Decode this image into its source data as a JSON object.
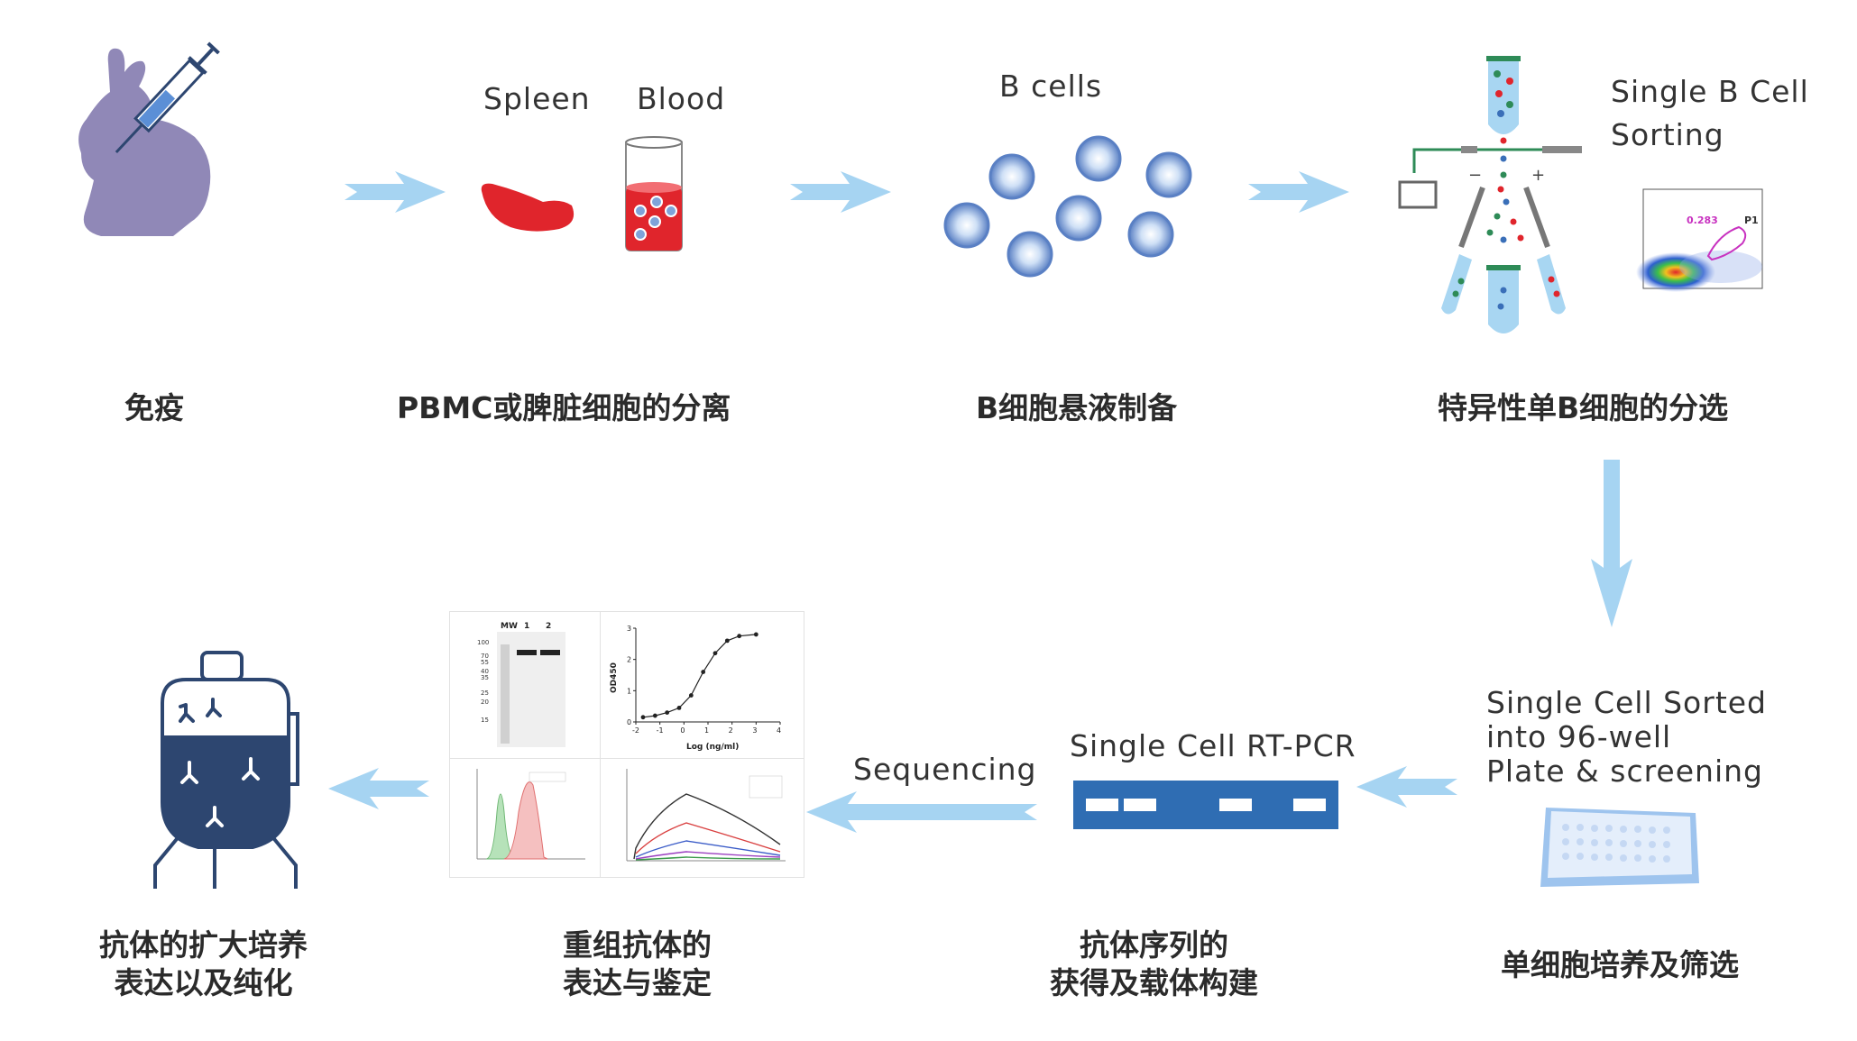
{
  "steps": {
    "immunize": {
      "cn": "免疫"
    },
    "isolate": {
      "cn": "PBMC或脾脏细胞的分离",
      "spleen": "Spleen",
      "blood": "Blood"
    },
    "suspension": {
      "cn": "B细胞悬液制备",
      "label": "B cells"
    },
    "sorting": {
      "cn": "特异性单B细胞的分选",
      "title_line1": "Single B Cell",
      "title_line2": "Sorting",
      "gate_value": "0.283",
      "gate_name": "P1"
    },
    "culture": {
      "cn": "单细胞培养及筛选",
      "en_line1": "Single Cell Sorted",
      "en_line2": "into 96-well",
      "en_line3": "Plate & screening"
    },
    "pcr": {
      "cn_line1": "抗体序列的",
      "cn_line2": "获得及载体构建",
      "label": "Single Cell RT-PCR"
    },
    "expression": {
      "cn_line1": "重组抗体的",
      "cn_line2": "表达与鉴定",
      "arrow_label": "Sequencing"
    },
    "production": {
      "cn_line1": "抗体的扩大培养",
      "cn_line2": "表达以及纯化"
    }
  },
  "gel": {
    "header": [
      "MW",
      "1",
      "2"
    ],
    "markers": [
      "100",
      "70",
      "55",
      "40",
      "35",
      "25",
      "20",
      "15"
    ]
  },
  "elisa": {
    "ylabel": "OD450",
    "xlabel": "Log (ng/ml)",
    "yticks": [
      "0",
      "1",
      "2",
      "3"
    ],
    "xticks": [
      "-2",
      "-1",
      "0",
      "1",
      "2",
      "3",
      "4"
    ]
  },
  "chart_data": {
    "type": "scatter",
    "title": "",
    "xlabel": "Log (ng/ml)",
    "ylabel": "OD450",
    "xlim": [
      -2,
      4
    ],
    "ylim": [
      0,
      3
    ],
    "x": [
      -1.7,
      -1.2,
      -0.7,
      -0.2,
      0.3,
      0.8,
      1.3,
      1.8,
      2.3,
      3.0
    ],
    "y": [
      0.15,
      0.2,
      0.3,
      0.45,
      0.85,
      1.6,
      2.2,
      2.6,
      2.75,
      2.8
    ]
  },
  "colors": {
    "arrow": "#a6d4f2",
    "red": "#e0252c",
    "rabbit": "#9088b7",
    "navy": "#2d4670",
    "pcr_blue": "#2f6db3",
    "cell_ring": "#5a80c4"
  }
}
